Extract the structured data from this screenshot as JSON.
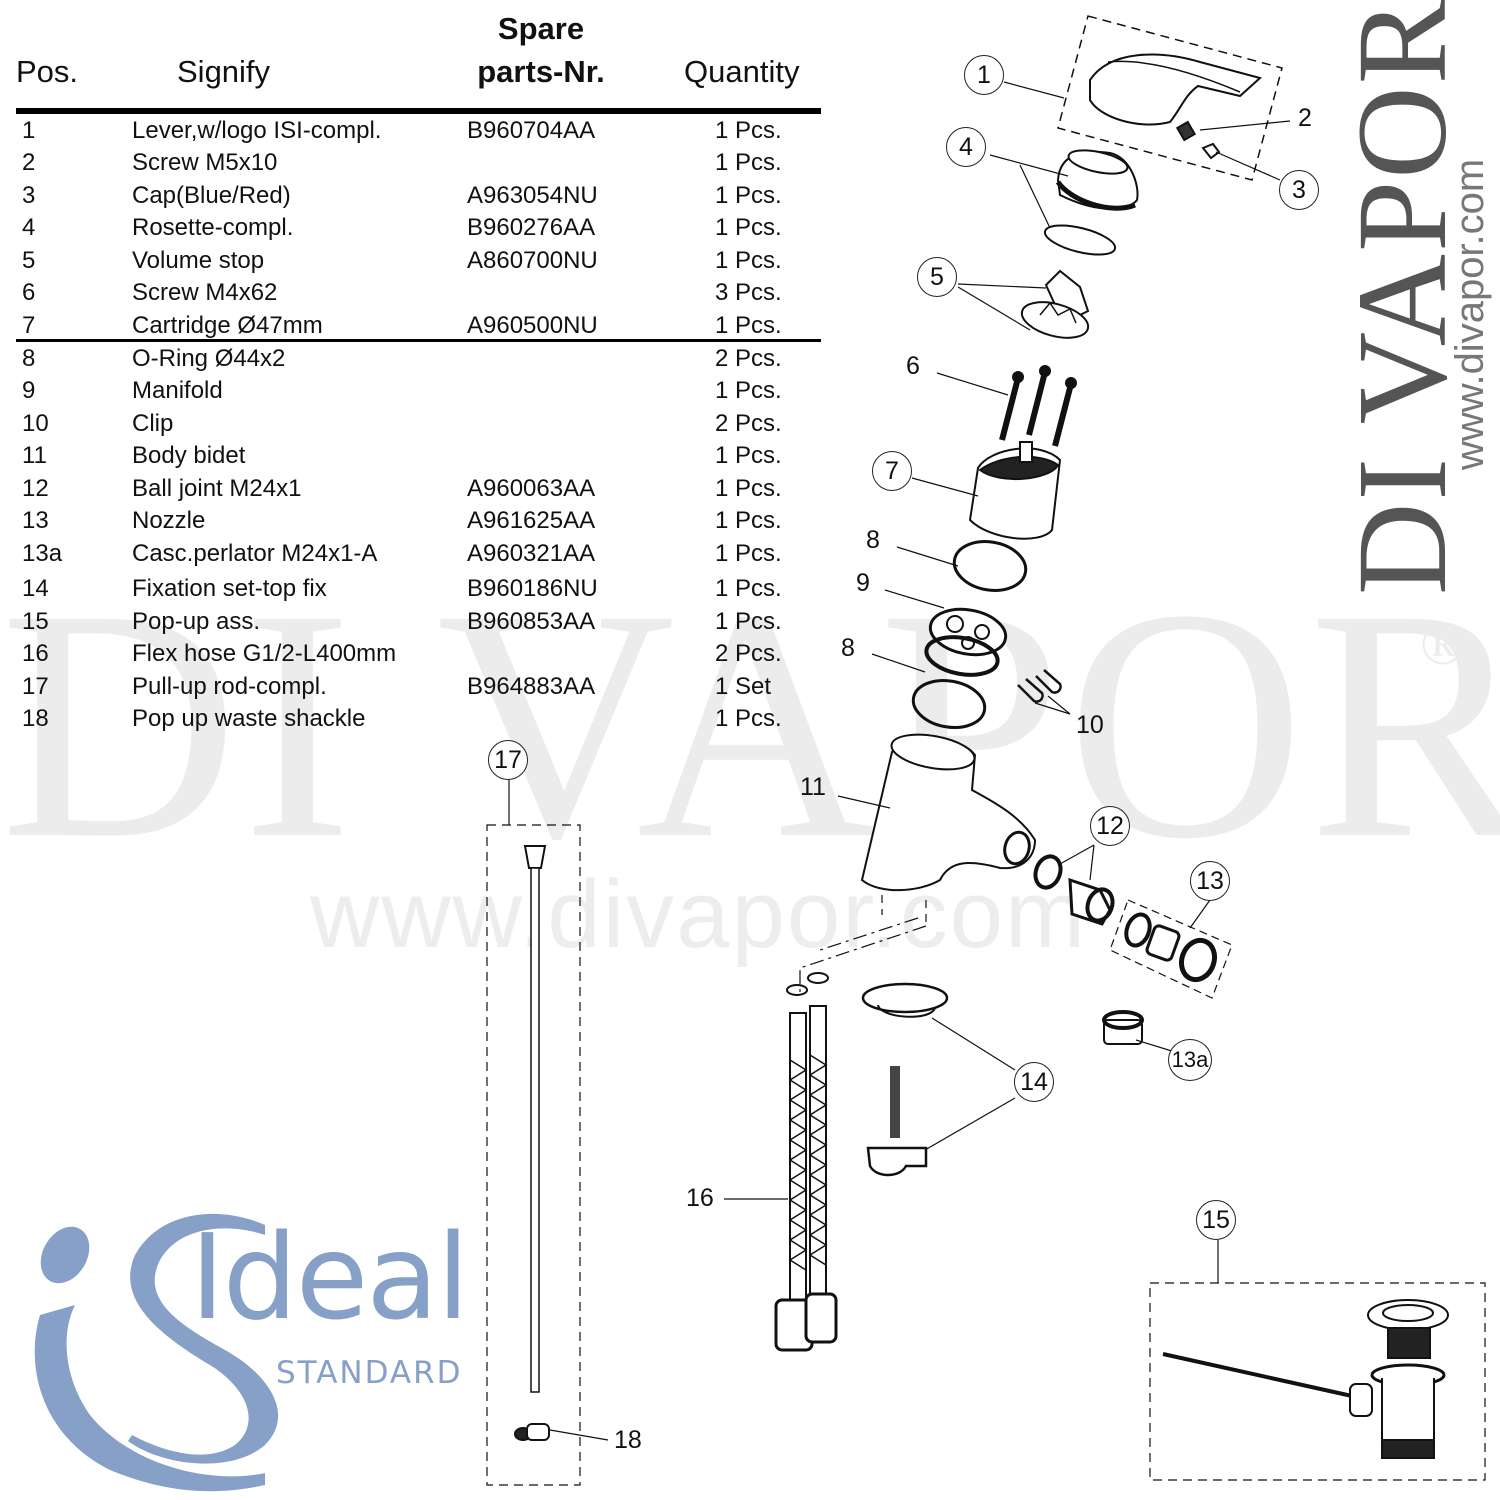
{
  "watermark": {
    "brand": "DI VAPOR",
    "registered": "®",
    "url": "www.divapor.com"
  },
  "table": {
    "headers": {
      "pos": "Pos.",
      "signify": "Signify",
      "spare_line1": "Spare",
      "spare_line2": "parts-Nr.",
      "quantity": "Quantity"
    },
    "rows": [
      {
        "pos": "1",
        "name": "Lever,w/logo ISI-compl.",
        "part": "B960704AA",
        "qty": "1 Pcs."
      },
      {
        "pos": "2",
        "name": "Screw M5x10",
        "part": "",
        "qty": "1 Pcs."
      },
      {
        "pos": "3",
        "name": "Cap(Blue/Red)",
        "part": "A963054NU",
        "qty": "1 Pcs."
      },
      {
        "pos": "4",
        "name": "Rosette-compl.",
        "part": "B960276AA",
        "qty": "1 Pcs."
      },
      {
        "pos": "5",
        "name": "Volume stop",
        "part": "A860700NU",
        "qty": "1 Pcs."
      },
      {
        "pos": "6",
        "name": "Screw M4x62",
        "part": "",
        "qty": "3 Pcs."
      },
      {
        "pos": "7",
        "name": "Cartridge Ø47mm",
        "part": "A960500NU",
        "qty": "1 Pcs."
      },
      {
        "pos": "8",
        "name": "O-Ring Ø44x2",
        "part": "",
        "qty": "2 Pcs."
      },
      {
        "pos": "9",
        "name": "Manifold",
        "part": "",
        "qty": "1 Pcs."
      },
      {
        "pos": "10",
        "name": "Clip",
        "part": "",
        "qty": "2 Pcs."
      },
      {
        "pos": "11",
        "name": "Body bidet",
        "part": "",
        "qty": "1 Pcs."
      },
      {
        "pos": "12",
        "name": "Ball joint M24x1",
        "part": "A960063AA",
        "qty": "1 Pcs."
      },
      {
        "pos": "13",
        "name": "Nozzle",
        "part": "A961625AA",
        "qty": "1 Pcs."
      },
      {
        "pos": "13a",
        "name": "Casc.perlator M24x1-A",
        "part": "A960321AA",
        "qty": "1 Pcs."
      },
      {
        "pos": "14",
        "name": "Fixation set-top fix",
        "part": "B960186NU",
        "qty": "1 Pcs."
      },
      {
        "pos": "15",
        "name": "Pop-up ass.",
        "part": "B960853AA",
        "qty": "1 Pcs."
      },
      {
        "pos": "16",
        "name": "Flex hose G1/2-L400mm",
        "part": "",
        "qty": "2 Pcs."
      },
      {
        "pos": "17",
        "name": "Pull-up rod-compl.",
        "part": "B964883AA",
        "qty": "1 Set"
      },
      {
        "pos": "18",
        "name": "Pop up waste shackle",
        "part": "",
        "qty": "1 Pcs."
      }
    ]
  },
  "diagram": {
    "callouts": {
      "c1": "1",
      "c2": "2",
      "c3": "3",
      "c4": "4",
      "c5": "5",
      "c6": "6",
      "c7": "7",
      "c8a": "8",
      "c8b": "8",
      "c9": "9",
      "c10": "10",
      "c11": "11",
      "c12": "12",
      "c13": "13",
      "c13a": "13a",
      "c14": "14",
      "c15": "15",
      "c16": "16",
      "c17": "17",
      "c18": "18"
    }
  },
  "logo": {
    "word": "Ideal",
    "sub": "STANDARD",
    "color": "#86a0c8"
  },
  "colors": {
    "ink": "#111111",
    "watermark": "#ececec",
    "brand_gray": "#555555"
  }
}
